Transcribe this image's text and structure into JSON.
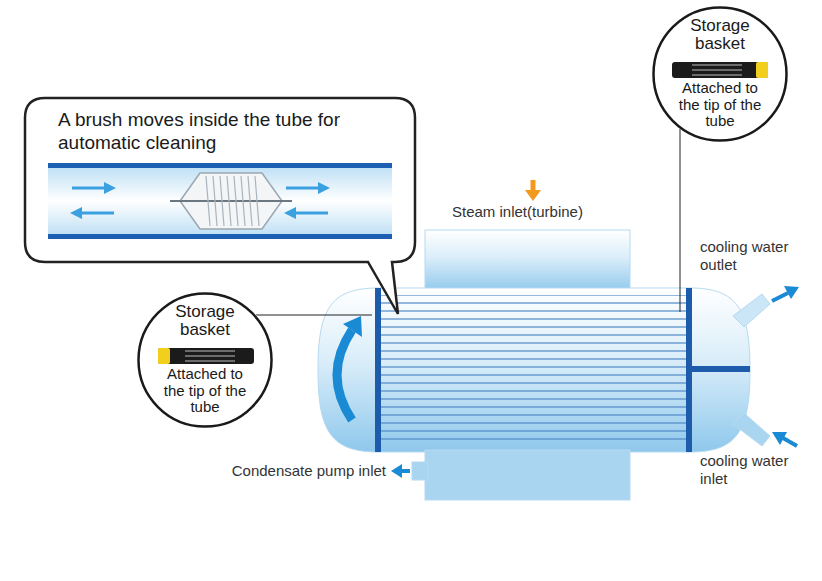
{
  "diagram": {
    "nodes": [
      {
        "text": [
          "A brush moves inside the tube for automatic cleaning"
        ]
      },
      {
        "text": [
          "Storage basket",
          "Attached to the tip of the tube"
        ]
      },
      {
        "text": [
          "Storage basket",
          "Attached to the tip of the tube"
        ]
      }
    ],
    "labels": [
      "Steam inlet(turbine)",
      "cooling water outlet",
      "Condensate pump inlet",
      "cooling water inlet"
    ]
  }
}
